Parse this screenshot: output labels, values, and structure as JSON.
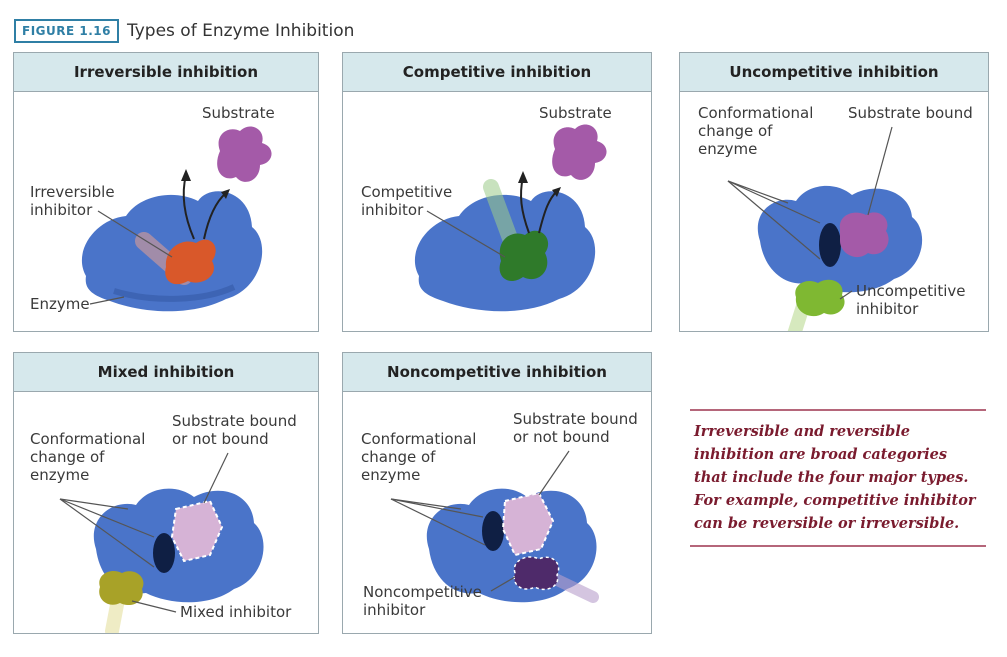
{
  "figure": {
    "badge": "FIGURE 1.16",
    "title": "Types of Enzyme Inhibition"
  },
  "panels": [
    {
      "title": "Irreversible inhibition",
      "labels": {
        "substrate": "Substrate",
        "inhibitor_1": "Irreversible",
        "inhibitor_2": "inhibitor",
        "enzyme": "Enzyme"
      }
    },
    {
      "title": "Competitive inhibition",
      "labels": {
        "substrate": "Substrate",
        "inhibitor_1": "Competitive",
        "inhibitor_2": "inhibitor"
      }
    },
    {
      "title": "Uncompetitive inhibition",
      "labels": {
        "conf_1": "Conformational",
        "conf_2": "change of",
        "conf_3": "enzyme",
        "substrate_bound": "Substrate bound",
        "inhibitor_1": "Uncompetitive",
        "inhibitor_2": "inhibitor"
      }
    },
    {
      "title": "Mixed inhibition",
      "labels": {
        "conf_1": "Conformational",
        "conf_2": "change of",
        "conf_3": "enzyme",
        "sb_1": "Substrate bound",
        "sb_2": "or not bound",
        "inhibitor": "Mixed inhibitor"
      }
    },
    {
      "title": "Noncompetitive inhibition",
      "labels": {
        "conf_1": "Conformational",
        "conf_2": "change of",
        "conf_3": "enzyme",
        "sb_1": "Substrate bound",
        "sb_2": "or not bound",
        "inhibitor_1": "Noncompetitive",
        "inhibitor_2": "inhibitor"
      }
    }
  ],
  "note": "Irreversible and reversible inhibition are broad categories that include the four major types.  For example, competitive inhibitor can be reversible or irreversible.",
  "colors": {
    "enzyme": "#4a74c9",
    "substrate": "#a45aa8",
    "irreversible": "#d9582a",
    "competitive": "#2f7a2a",
    "uncompetitive": "#7fb832",
    "mixed": "#a8a228",
    "noncompetitive": "#4e2a6a",
    "header_bg": "#d6e8ec"
  }
}
